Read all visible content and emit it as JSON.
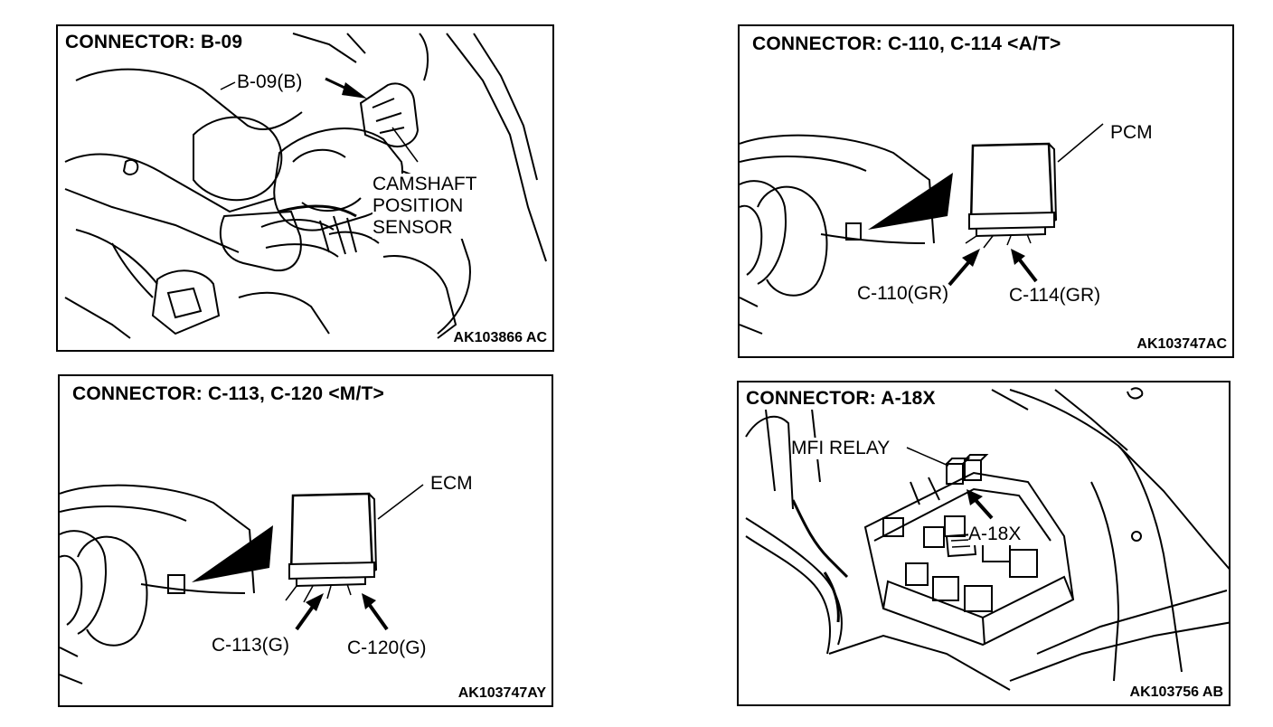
{
  "panels": {
    "p1": {
      "title": "CONNECTOR: B-09",
      "code": "AK103866 AC",
      "labels": {
        "connector": "B-09(B)",
        "sensor_line1": "CAMSHAFT",
        "sensor_line2": "POSITION",
        "sensor_line3": "SENSOR"
      }
    },
    "p2": {
      "title": "CONNECTOR: C-110, C-114 <A/T>",
      "code": "AK103747AC",
      "labels": {
        "module": "PCM",
        "conn_a": "C-110(GR)",
        "conn_b": "C-114(GR)"
      }
    },
    "p3": {
      "title": "CONNECTOR: C-113, C-120 <M/T>",
      "code": "AK103747AY",
      "labels": {
        "module": "ECM",
        "conn_a": "C-113(G)",
        "conn_b": "C-120(G)"
      }
    },
    "p4": {
      "title": "CONNECTOR: A-18X",
      "code": "AK103756 AB",
      "labels": {
        "relay": "MFI RELAY",
        "conn": "A-18X"
      }
    }
  }
}
